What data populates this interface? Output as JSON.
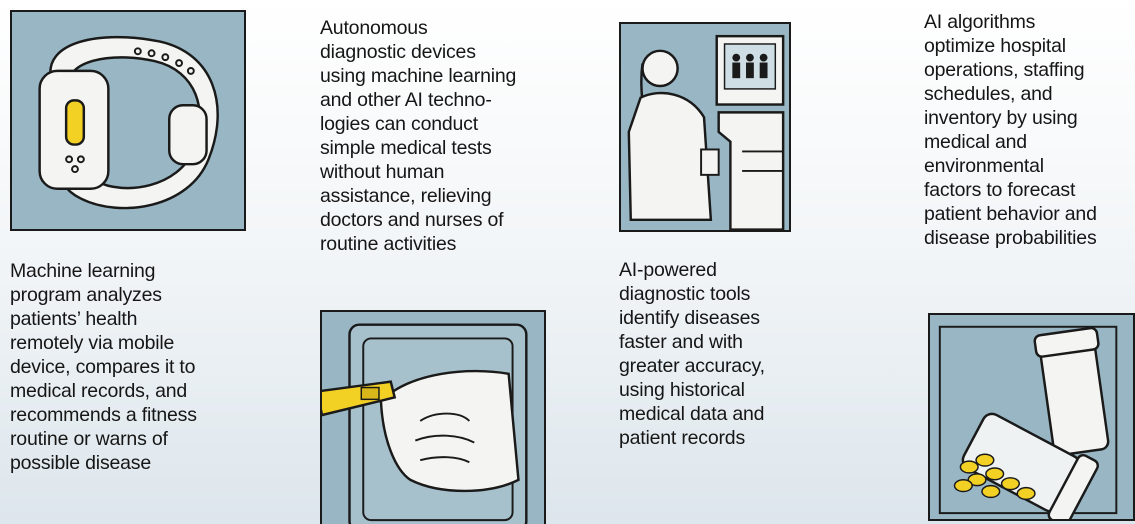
{
  "columns": [
    {
      "icon": "smartwatch-icon",
      "caption_lines": [
        "Machine learning",
        "program analyzes",
        "patients’ health",
        "remotely via mobile",
        "device, compares it to",
        "medical records, and",
        "recommends a fitness",
        "routine or warns of",
        "possible disease"
      ]
    },
    {
      "icon": "gloved-hand-test-strip-icon",
      "caption_lines": [
        "Autonomous",
        "diagnostic devices",
        "using machine learning",
        "and other AI techno-",
        "logies can conduct",
        "simple medical tests",
        "without human",
        "assistance, relieving",
        "doctors and nurses of",
        "routine activities"
      ]
    },
    {
      "icon": "clinician-at-monitor-icon",
      "caption_lines": [
        "AI-powered",
        "diagnostic tools",
        "identify diseases",
        "faster and with",
        "greater accuracy,",
        "using historical",
        "medical data and",
        "patient records"
      ]
    },
    {
      "icon": "pill-bottles-icon",
      "caption_lines": [
        "AI algorithms",
        "optimize hospital",
        "operations, staffing",
        "schedules, and",
        "inventory by using",
        "medical and",
        "environmental",
        "factors to forecast",
        "patient behavior and",
        "disease probabilities"
      ]
    }
  ],
  "colors": {
    "panel": "#98b6c3",
    "outline": "#1a1a1a",
    "highlight": "#f2d024"
  }
}
